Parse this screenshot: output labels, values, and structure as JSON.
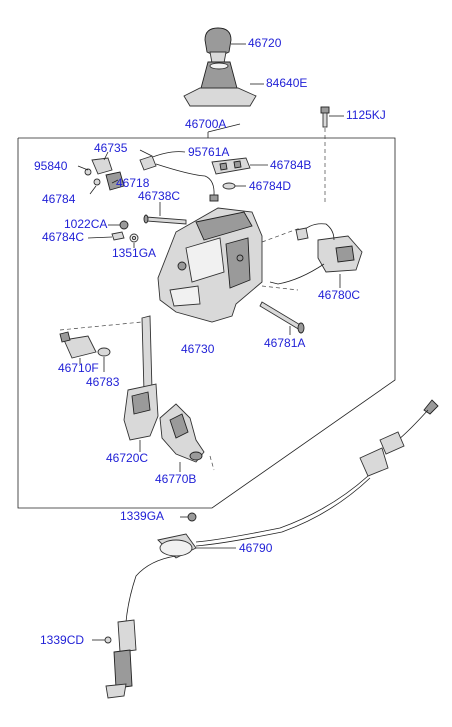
{
  "labels": {
    "p46720": "46720",
    "p84640E": "84640E",
    "p46700A": "46700A",
    "p1125KJ": "1125KJ",
    "p46735": "46735",
    "p95761A": "95761A",
    "p95840": "95840",
    "p46718": "46718",
    "p46784B": "46784B",
    "p46784": "46784",
    "p46784D": "46784D",
    "p46738C": "46738C",
    "p1022CA": "1022CA",
    "p46784C": "46784C",
    "p1351GA": "1351GA",
    "p46780C": "46780C",
    "p46781A": "46781A",
    "p46730": "46730",
    "p46710F": "46710F",
    "p46783": "46783",
    "p46720C": "46720C",
    "p46770B": "46770B",
    "p1339GA": "1339GA",
    "p46790": "46790",
    "p1339CD": "1339CD"
  },
  "colors": {
    "label": "#1f1fd6",
    "line": "#222222",
    "part_fill": "#d9d9d9"
  }
}
